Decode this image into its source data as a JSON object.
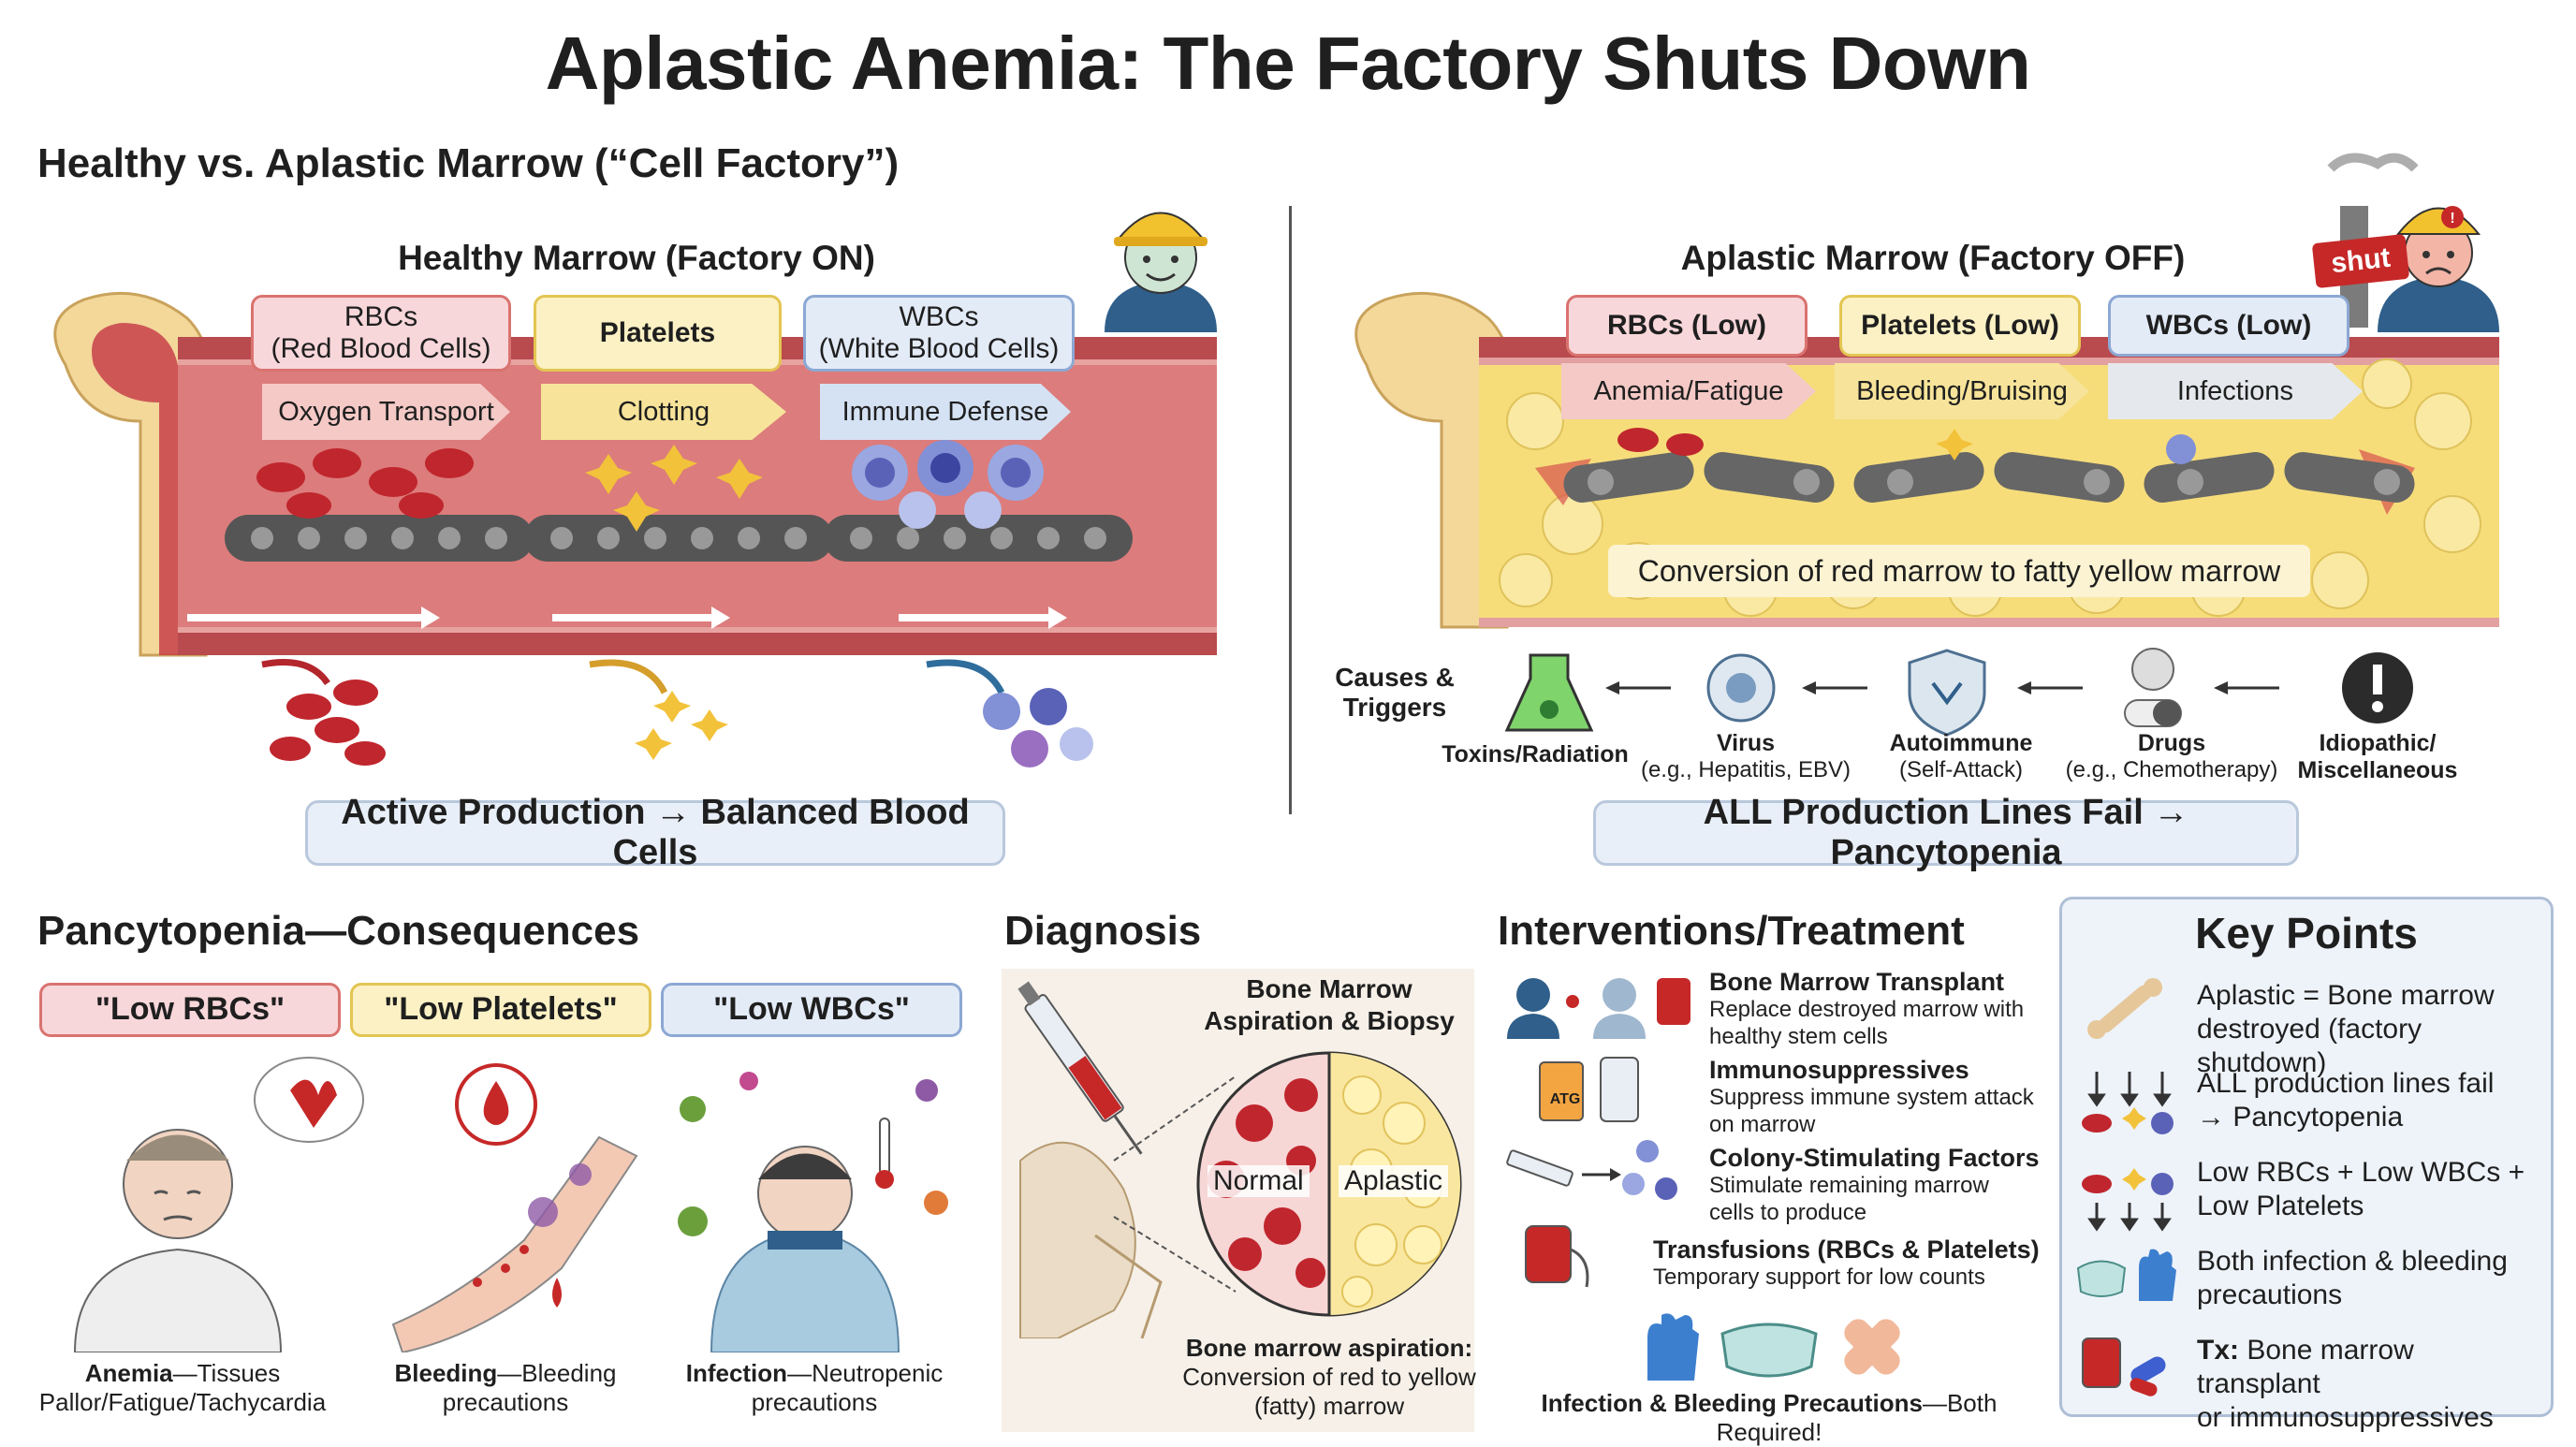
{
  "title": "Aplastic Anemia: The Factory Shuts Down",
  "top_section": {
    "heading": "Healthy vs. Aplastic Marrow (“Cell Factory”)",
    "healthy": {
      "heading": "Healthy Marrow (Factory ON)",
      "rbc_label": "RBCs\n(Red Blood Cells)",
      "platelet_label": "Platelets",
      "wbc_label": "WBCs\n(White Blood Cells)",
      "rbc_arrow": "Oxygen Transport",
      "platelet_arrow": "Clotting",
      "wbc_arrow": "Immune Defense",
      "summary": "Active Production → Balanced Blood Cells"
    },
    "aplastic": {
      "heading": "Aplastic Marrow (Factory OFF)",
      "sign": "shut",
      "rbc_label": "RBCs (Low)",
      "platelet_label": "Platelets (Low)",
      "wbc_label": "WBCs (Low)",
      "rbc_arrow": "Anemia/Fatigue",
      "platelet_arrow": "Bleeding/Bruising",
      "wbc_arrow": "Infections",
      "conversion_text": "Conversion of red marrow to fatty yellow marrow",
      "causes_heading": "Causes &\nTriggers",
      "causes": [
        {
          "name": "Toxins/Radiation",
          "sub": ""
        },
        {
          "name": "Virus",
          "sub": "(e.g., Hepatitis, EBV)"
        },
        {
          "name": "Autoimmune",
          "sub": "(Self-Attack)"
        },
        {
          "name": "Drugs",
          "sub": "(e.g., Chemotherapy)"
        },
        {
          "name": "Idiopathic/\nMiscellaneous",
          "sub": ""
        }
      ],
      "summary": "ALL Production Lines Fail → Pancytopenia"
    }
  },
  "consequences": {
    "heading": "Pancytopenia—Consequences",
    "tags": [
      "\"Low RBCs\"",
      "\"Low Platelets\"",
      "\"Low WBCs\""
    ],
    "items": [
      {
        "bold": "Anemia",
        "rest": "—Tissues",
        "line2": "Pallor/Fatigue/Tachycardia"
      },
      {
        "bold": "Bleeding",
        "rest": "—Bleeding",
        "line2": "precautions"
      },
      {
        "bold": "Infection",
        "rest": "—Neutropenic",
        "line2": "precautions"
      }
    ]
  },
  "diagnosis": {
    "heading": "Diagnosis",
    "procedure": "Bone Marrow\nAspiration & Biopsy",
    "normal": "Normal",
    "aplastic": "Aplastic",
    "caption_bold": "Bone marrow aspiration:",
    "caption": "Conversion of red to yellow\n(fatty) marrow"
  },
  "treatment": {
    "heading": "Interventions/Treatment",
    "items": [
      {
        "title": "Bone Marrow Transplant",
        "desc": "Replace destroyed marrow with\nhealthy stem cells"
      },
      {
        "title": "Immunosuppressives",
        "desc": "Suppress immune system attack\non marrow"
      },
      {
        "title": "Colony-Stimulating Factors",
        "desc": "Stimulate remaining marrow\ncells to produce"
      },
      {
        "title": "Transfusions (RBCs & Platelets)",
        "desc": "Temporary support for low counts"
      }
    ],
    "vial_label": "ATG",
    "precautions_bold": "Infection & Bleeding Precautions",
    "precautions_rest": "—Both Required!"
  },
  "key_points": {
    "heading": "Key Points",
    "items": [
      {
        "bold": "",
        "text": "Aplastic = Bone marrow\ndestroyed (factory shutdown)"
      },
      {
        "bold": "",
        "text": "ALL production lines fail\n→ Pancytopenia"
      },
      {
        "bold": "",
        "text": "Low RBCs + Low WBCs +\nLow Platelets"
      },
      {
        "bold": "",
        "text": "Both infection & bleeding\nprecautions"
      },
      {
        "bold": "Tx:",
        "text": " Bone marrow transplant\nor immunosuppressives"
      }
    ]
  },
  "colors": {
    "red": "#c62828",
    "rbc_box": "#f8d7da",
    "platelet_box": "#fbf1c4",
    "wbc_box": "#e3ebf7",
    "marrow_red": "#d9534f",
    "marrow_yellow": "#f6dd7a",
    "summary_bg": "#e9eff8"
  }
}
